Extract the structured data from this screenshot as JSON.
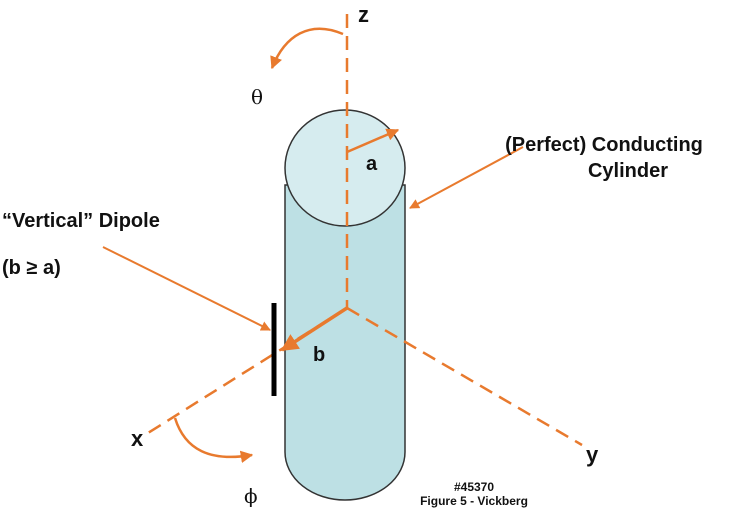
{
  "diagram": {
    "colors": {
      "accent": "#E87A2E",
      "cylinder_body": "#BDE0E4",
      "cylinder_top": "#D6ECEF",
      "outline": "#333333",
      "dipole": "#000000",
      "text": "#111111"
    },
    "axes": {
      "z_label": "z",
      "x_label": "x",
      "y_label": "y"
    },
    "angles": {
      "theta_label": "θ",
      "phi_label": "ϕ"
    },
    "dimensions": {
      "radius_label": "a",
      "distance_label": "b"
    },
    "callouts": {
      "cylinder_line1": "(Perfect) Conducting",
      "cylinder_line2": "Cylinder",
      "dipole_line1": "“Vertical” Dipole",
      "dipole_condition": "(b ≥ a)"
    },
    "caption": {
      "id": "#45370",
      "title": "Figure 5 - Vickberg"
    }
  }
}
